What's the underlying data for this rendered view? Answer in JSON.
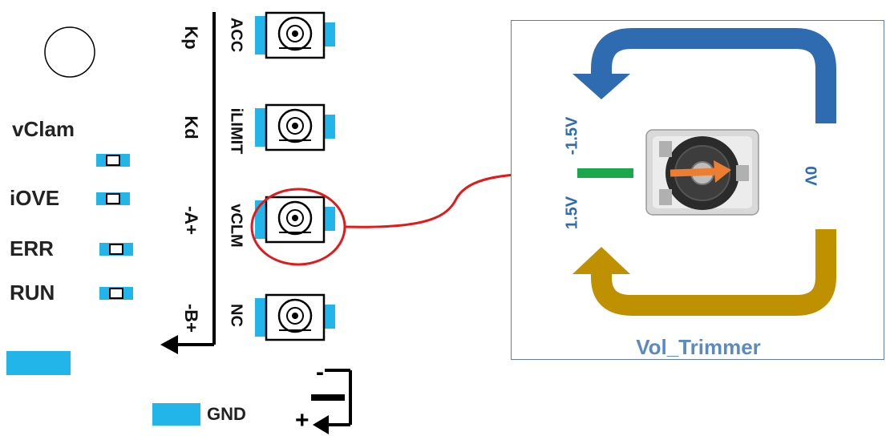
{
  "leds": {
    "vclam": "vClam",
    "iove": "iOVE",
    "err": "ERR",
    "run": "RUN"
  },
  "gnd_label": "GND",
  "pot_labels": {
    "kp": "Kp",
    "acc": "ACC",
    "kd": "Kd",
    "ilimit": "iLIMIT",
    "a": "-A+",
    "vclm": "vCLM",
    "b": "-B+",
    "nc": "NC"
  },
  "battery": {
    "minus": "-",
    "plus": "+"
  },
  "trimmer": {
    "title": "Vol_Trimmer",
    "neg_voltage": "-1.5V",
    "pos_voltage": "1.5V",
    "zero_voltage": "0V"
  },
  "colors": {
    "pad": "#21b5ea",
    "arrow_blue": "#2e6bb0",
    "arrow_gold": "#bf9000",
    "marker_green": "#1aa64a",
    "pointer_orange": "#ed7d31",
    "callout_red": "#e21a1a"
  }
}
